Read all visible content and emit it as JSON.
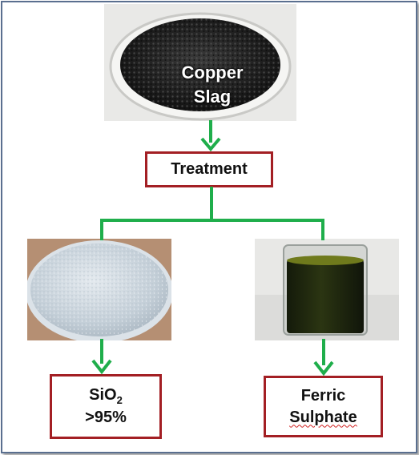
{
  "nodes": {
    "copper_slag": {
      "line1": "Copper",
      "line2": "Slag"
    },
    "treatment": {
      "label": "Treatment"
    },
    "sio2": {
      "formula_base": "SiO",
      "formula_sub": "2",
      "purity": ">95%"
    },
    "ferric": {
      "line1": "Ferric",
      "line2": "Sulphate"
    }
  },
  "colors": {
    "arrow": "#1fae4b",
    "box_border": "#a31f24",
    "frame_border": "#5a6f8f"
  },
  "images": {
    "copper_slag": "photo of dark granular copper slag in a petri dish",
    "sio2": "photo of white silica powder in a dish",
    "ferric": "photo of dark green ferric sulphate solution in a beaker"
  }
}
